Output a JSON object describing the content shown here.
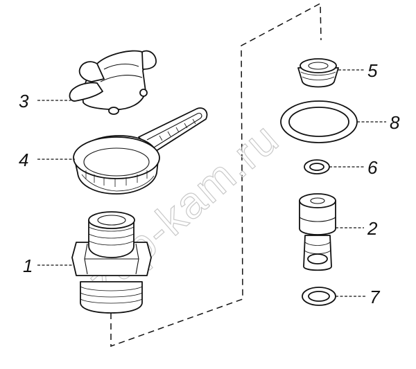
{
  "watermark": "zap-kam.ru",
  "callouts": {
    "c1": "1",
    "c2": "2",
    "c3": "3",
    "c4": "4",
    "c5": "5",
    "c6": "6",
    "c7": "7",
    "c8": "8"
  }
}
